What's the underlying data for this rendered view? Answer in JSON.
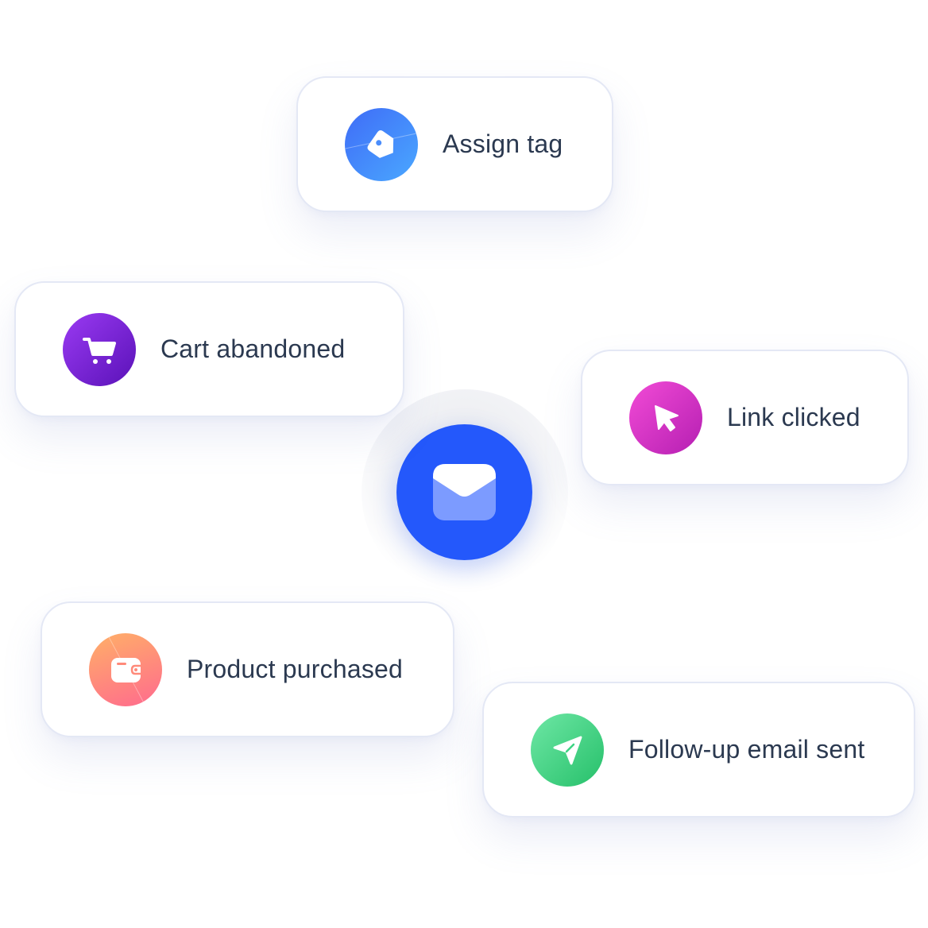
{
  "hub": {
    "icon": "envelope-icon",
    "color": "#2458fb"
  },
  "cards": {
    "assign_tag": {
      "label": "Assign tag",
      "icon": "tag-icon",
      "color": "#4a8dfb"
    },
    "cart_abandoned": {
      "label": "Cart abandoned",
      "icon": "shopping-cart-icon",
      "color": "#7a22d8"
    },
    "link_clicked": {
      "label": "Link clicked",
      "icon": "cursor-icon",
      "color": "#d535c8"
    },
    "product_purchased": {
      "label": "Product purchased",
      "icon": "wallet-icon",
      "color": "#ff8a7a"
    },
    "follow_up_email_sent": {
      "label": "Follow-up email sent",
      "icon": "paper-plane-icon",
      "color": "#3dd483"
    }
  },
  "text_color": "#2b3950"
}
